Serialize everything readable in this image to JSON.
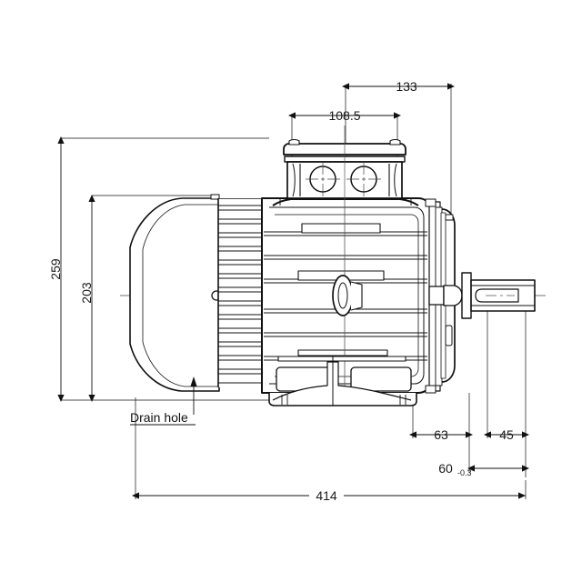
{
  "drawing": {
    "type": "technical-drawing",
    "subject": "electric-motor-side-elevation",
    "units": "mm",
    "background_color": "#ffffff",
    "line_color": "#111111"
  },
  "dimensions": {
    "overall_length": "414",
    "overall_height": "259",
    "body_height": "203",
    "terminal_box_width_outer": "133",
    "terminal_box_width_inner": "108.5",
    "flange_to_shaft_step": "63",
    "shaft_extension": "45",
    "shaft_nominal": "60",
    "shaft_tolerance": "-0.3"
  },
  "labels": {
    "drain_hole": "Drain hole"
  },
  "features": {
    "fan_cowl": "fan-cowl",
    "cooling_fins": "cooling-fins",
    "terminal_box": "terminal-box",
    "cable_gland_left": "cable-gland-hole",
    "cable_gland_right": "cable-gland-hole",
    "lifting_eye": "lifting-eye",
    "mounting_foot": "mounting-foot",
    "drive_shaft": "drive-shaft",
    "keyway": "shaft-keyway",
    "centerline": "horizontal-centerline"
  }
}
